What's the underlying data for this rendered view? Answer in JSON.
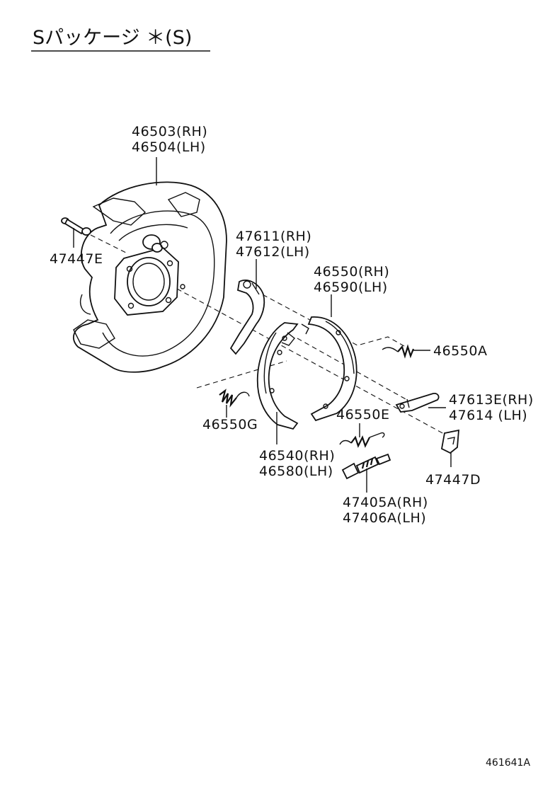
{
  "title": "Sパッケージ ＊(S)",
  "diagram_code": "461641A",
  "labels": {
    "backing_plate_rh": "46503(RH)",
    "backing_plate_lh": "46504(LH)",
    "bolt": "47447E",
    "lever_rh": "47611(RH)",
    "lever_lh": "47612(LH)",
    "shoe_front_rh": "46550(RH)",
    "shoe_front_lh": "46590(LH)",
    "spring_a": "46550A",
    "strut_rh": "47613E(RH)",
    "strut_lh": "47614  (LH)",
    "spring_g": "46550G",
    "spring_e": "46550E",
    "shoe_rear_rh": "46540(RH)",
    "shoe_rear_lh": "46580(LH)",
    "clip": "47447D",
    "adjuster_rh": "47405A(RH)",
    "adjuster_lh": "47406A(LH)"
  }
}
